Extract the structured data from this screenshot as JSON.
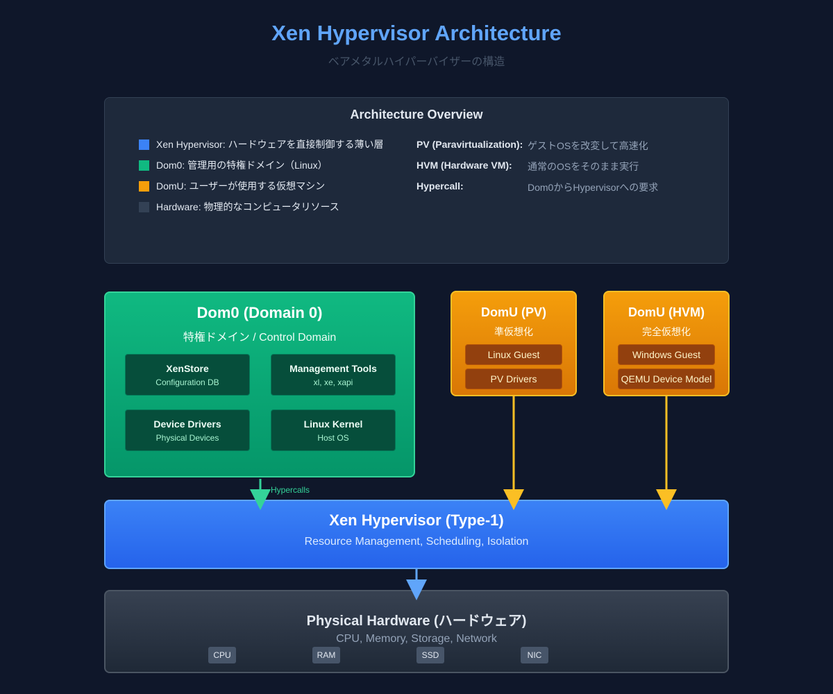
{
  "header": {
    "title": "Xen Hypervisor Architecture",
    "subtitle": "ベアメタルハイパーバイザーの構造"
  },
  "overview": {
    "title": "Architecture Overview",
    "legend": [
      {
        "color": "#3b82f6",
        "label": "Xen Hypervisor: ハードウェアを直接制御する薄い層"
      },
      {
        "color": "#10b981",
        "label": "Dom0: 管理用の特権ドメイン（Linux）"
      },
      {
        "color": "#f59e0b",
        "label": "DomU: ユーザーが使用する仮想マシン"
      },
      {
        "color": "#334155",
        "label": "Hardware: 物理的なコンピュータリソース"
      }
    ],
    "terms": [
      {
        "term": "PV (Paravirtualization):",
        "desc": "ゲストOSを改変して高速化"
      },
      {
        "term": "HVM (Hardware VM):",
        "desc": "通常のOSをそのまま実行"
      },
      {
        "term": "Hypercall:",
        "desc": "Dom0からHypervisorへの要求"
      }
    ]
  },
  "dom0": {
    "title": "Dom0 (Domain 0)",
    "subtitle": "特権ドメイン / Control Domain",
    "cards": [
      {
        "title": "XenStore",
        "sub": "Configuration DB"
      },
      {
        "title": "Management Tools",
        "sub": "xl, xe, xapi"
      },
      {
        "title": "Device Drivers",
        "sub": "Physical Devices"
      },
      {
        "title": "Linux Kernel",
        "sub": "Host OS"
      }
    ]
  },
  "domu_pv": {
    "title": "DomU (PV)",
    "subtitle": "準仮想化",
    "items": [
      "Linux Guest",
      "PV Drivers"
    ]
  },
  "domu_hvm": {
    "title": "DomU (HVM)",
    "subtitle": "完全仮想化",
    "items": [
      "Windows Guest",
      "QEMU Device Model"
    ]
  },
  "arrows": {
    "hypercalls_label": "Hypercalls"
  },
  "hypervisor": {
    "title": "Xen Hypervisor (Type-1)",
    "subtitle": "Resource Management, Scheduling, Isolation"
  },
  "hardware": {
    "title": "Physical Hardware (ハードウェア)",
    "subtitle": "CPU, Memory, Storage, Network",
    "chips": [
      "CPU",
      "RAM",
      "SSD",
      "NIC"
    ]
  },
  "colors": {
    "hypervisor": "#3b82f6",
    "dom0": "#10b981",
    "domu": "#f59e0b",
    "hardware": "#334155",
    "title": "#60a5fa"
  }
}
